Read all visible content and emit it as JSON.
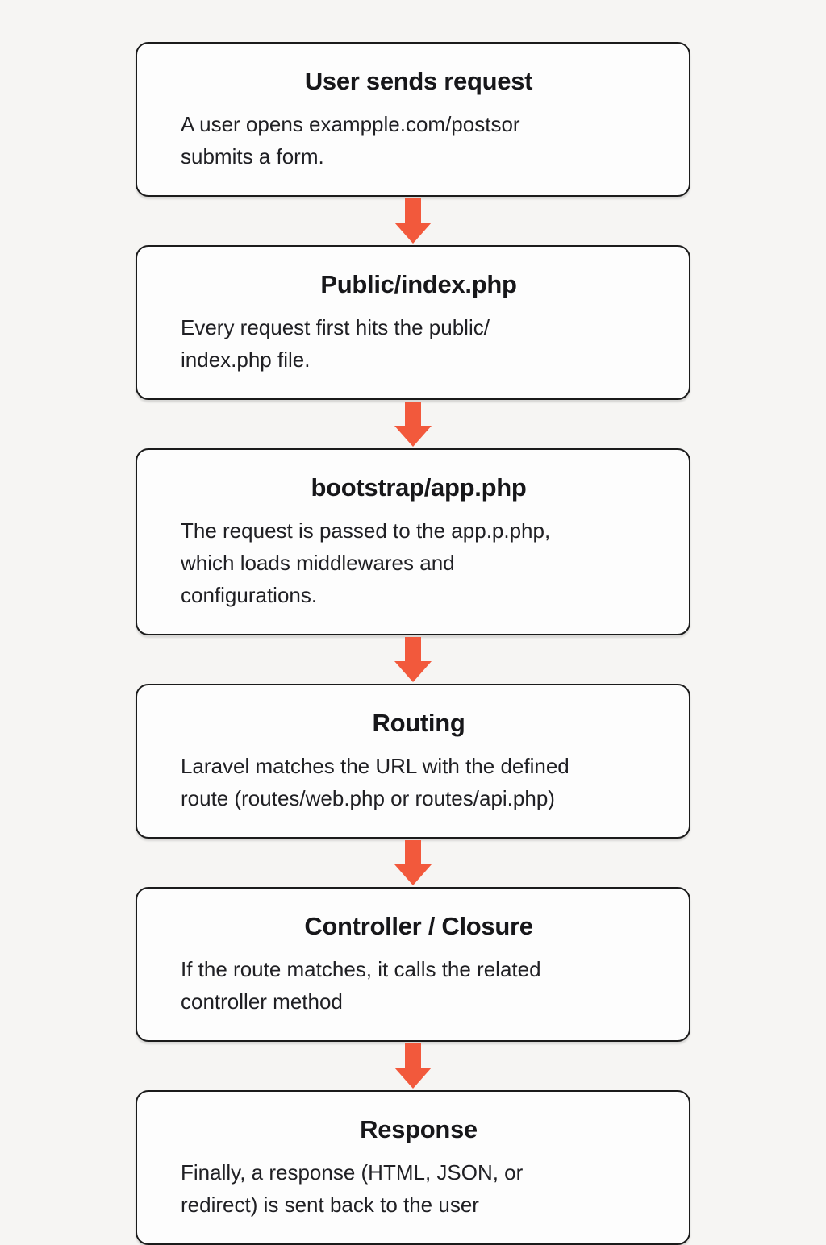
{
  "colors": {
    "page_bg": "#f6f5f3",
    "box_bg": "#fdfdfd",
    "box_border": "#1b1b1b",
    "arrow": "#f2593c",
    "title_color": "#17171a",
    "body_color": "#202024"
  },
  "flow": {
    "connector_icon": "arrow-down",
    "steps": [
      {
        "title": "User sends request",
        "body": "A user opens exampple.com/postsor\nsubmits a form."
      },
      {
        "title": "Public/index.php",
        "body": "Every request first hits the public/\nindex.php file."
      },
      {
        "title": "bootstrap/app.php",
        "body": "The request is passed to the app.p.php,\nwhich loads middlewares and\nconfigurations."
      },
      {
        "title": "Routing",
        "body": "Laravel matches the URL with the defined\nroute (routes/web.php or routes/api.php)"
      },
      {
        "title": "Controller / Closure",
        "body": "If the route matches, it calls the  related\ncontroller method"
      },
      {
        "title": "Response",
        "body": "Finally, a response (HTML, JSON, or\nredirect) is sent back to the user"
      }
    ]
  }
}
